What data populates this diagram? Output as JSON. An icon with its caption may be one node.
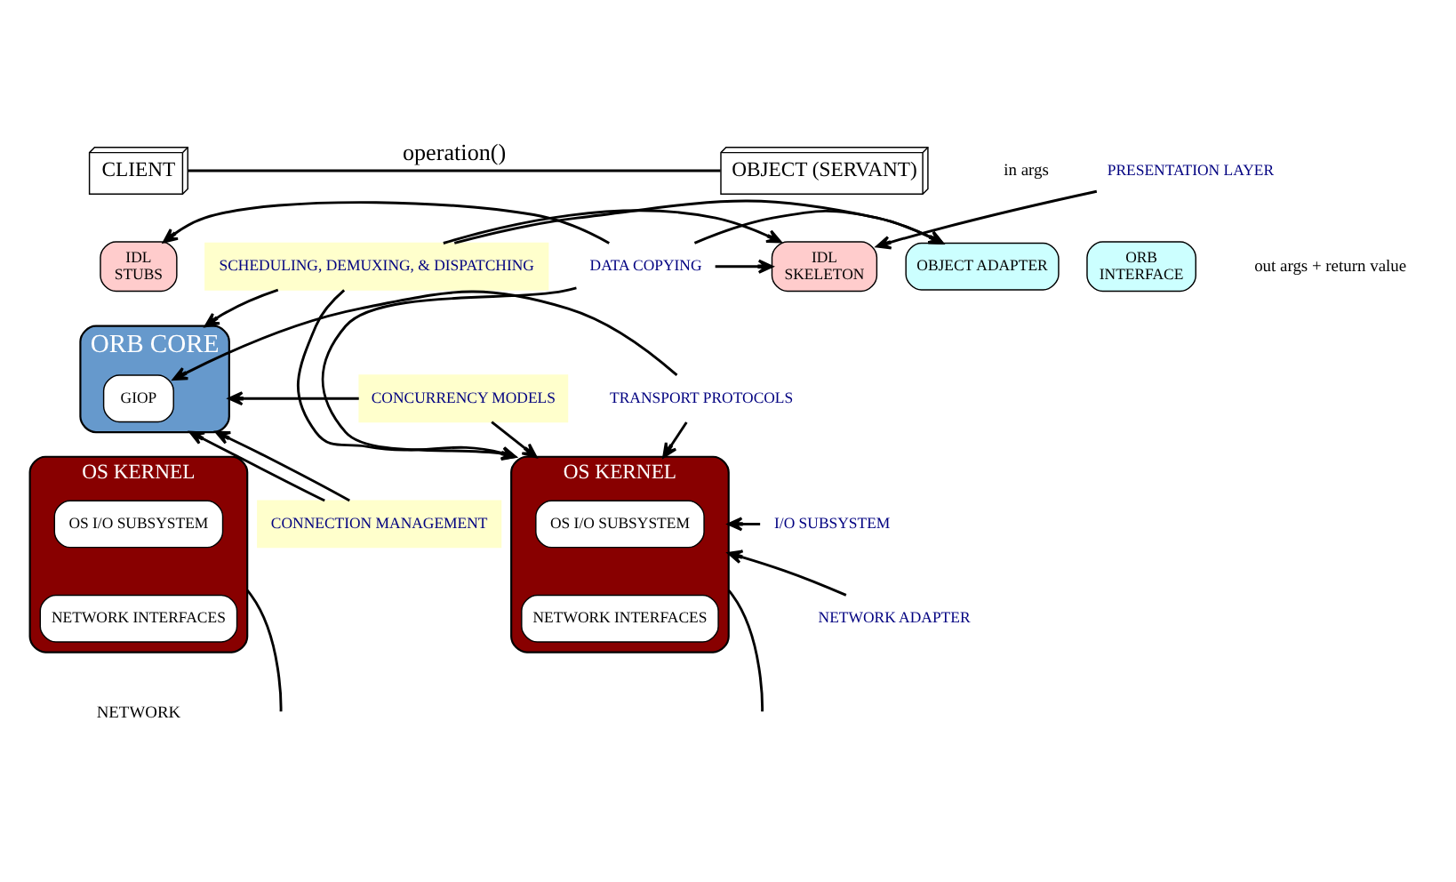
{
  "diagram": {
    "nodes": [
      {
        "text": [
          "CLIENT"
        ]
      },
      {
        "text": [
          "OBJECT (SERVANT)"
        ]
      },
      {
        "text": [
          "IDL",
          "STUBS"
        ]
      },
      {
        "text": [
          "ORB",
          "INTERFACE"
        ]
      },
      {
        "text": [
          "IDL",
          "SKELETON"
        ]
      },
      {
        "text": [
          "OBJECT ADAPTER"
        ]
      },
      {
        "text": [
          "ORB CORE"
        ]
      },
      {
        "text": [
          "GIOP"
        ],
        "in": 6
      },
      {
        "text": [
          "OS KERNEL"
        ]
      },
      {
        "text": [
          "OS I/O SUBSYSTEM"
        ],
        "in": 8
      },
      {
        "text": [
          "NETWORK INTERFACES"
        ],
        "in": 8
      },
      {
        "text": [
          "OS KERNEL"
        ]
      },
      {
        "text": [
          "OS I/O SUBSYSTEM"
        ],
        "in": 11
      },
      {
        "text": [
          "NETWORK INTERFACES"
        ],
        "in": 11
      },
      {
        "text": [
          "PRESENTATION LAYER"
        ]
      },
      {
        "text": [
          "DATA COPYING"
        ]
      },
      {
        "text": [
          "SCHEDULING, DEMUXING, & DISPATCHING"
        ]
      },
      {
        "text": [
          "CONCURRENCY MODELS"
        ]
      },
      {
        "text": [
          "TRANSPORT PROTOCOLS"
        ]
      },
      {
        "text": [
          "I/O SUBSYSTEM"
        ]
      },
      {
        "text": [
          "NETWORK ADAPTER"
        ]
      },
      {
        "text": [
          "CONNECTION MANAGEMENT"
        ]
      }
    ],
    "edges": [
      {
        "from": 0,
        "to": 1,
        "arrow": "none",
        "label": "operation()"
      },
      {
        "from": 15,
        "to": 2,
        "arrow": "to"
      },
      {
        "from": 14,
        "to": 4,
        "arrow": "to"
      },
      {
        "from": 15,
        "to": 4,
        "arrow": "to"
      },
      {
        "from": 16,
        "to": 4,
        "arrow": "to"
      },
      {
        "from": 15,
        "to": 5,
        "arrow": "to"
      },
      {
        "from": 16,
        "to": 5,
        "arrow": "to"
      },
      {
        "from": 17,
        "to": 6,
        "arrow": "to"
      },
      {
        "from": 16,
        "to": 6,
        "arrow": "to"
      },
      {
        "from": 18,
        "to": 7,
        "arrow": "to"
      },
      {
        "from": 15,
        "to": 11,
        "arrow": "to"
      },
      {
        "from": 16,
        "to": 11,
        "arrow": "to"
      },
      {
        "from": 17,
        "to": 11,
        "arrow": "to"
      },
      {
        "from": 18,
        "to": 11,
        "arrow": "to"
      },
      {
        "from": 19,
        "to": 11,
        "arrow": "to"
      },
      {
        "from": 20,
        "to": 11,
        "arrow": "to"
      },
      {
        "from": 21,
        "to": 6,
        "arrow": "to"
      },
      {
        "from": 21,
        "to": 6,
        "arrow": "to"
      },
      {
        "from": 8,
        "to": null,
        "arrow": "none"
      },
      {
        "from": 11,
        "to": null,
        "arrow": "none"
      }
    ],
    "labels": [
      "in args",
      "out args + return value",
      "NETWORK"
    ]
  }
}
